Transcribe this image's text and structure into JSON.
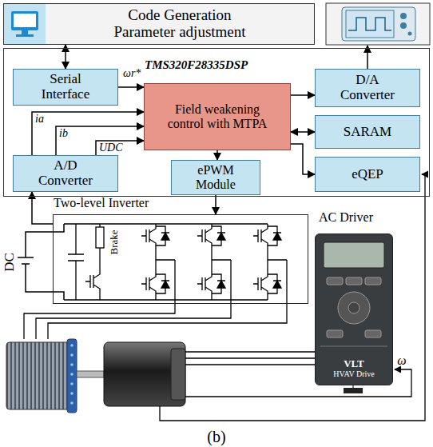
{
  "diagram": {
    "caption": "(b)",
    "nodes": [
      {
        "text": [
          "Code Generation Parameter adjustment"
        ]
      },
      {
        "text": [
          "TMS320F28335DSP"
        ]
      },
      {
        "text": [
          "Serial Interface"
        ],
        "in": 1
      },
      {
        "text": [
          "A/D Converter"
        ],
        "in": 1
      },
      {
        "text": [
          "Field weakening control with MTPA"
        ],
        "in": 1
      },
      {
        "text": [
          "ePWM Module"
        ],
        "in": 1
      },
      {
        "text": [
          "D/A Converter"
        ],
        "in": 1
      },
      {
        "text": [
          "SARAM"
        ],
        "in": 1
      },
      {
        "text": [
          "eQEP"
        ],
        "in": 1
      },
      {
        "text": [
          "Two-level Inverter"
        ]
      },
      {
        "text": [
          "AC Driver",
          "VLT",
          "HVAV Drive"
        ]
      }
    ],
    "edges": [
      {
        "from": 0,
        "to": 2,
        "arrow": "both"
      },
      {
        "from": 2,
        "to": 4,
        "arrow": "to",
        "label": "ωr*"
      },
      {
        "from": 3,
        "to": 4,
        "arrow": "to",
        "label": "ia"
      },
      {
        "from": 3,
        "to": 4,
        "arrow": "to",
        "label": "ib"
      },
      {
        "from": 3,
        "to": 4,
        "arrow": "to",
        "label": "UDC"
      },
      {
        "from": 4,
        "to": 5,
        "arrow": "to"
      },
      {
        "from": 4,
        "to": 6,
        "arrow": "to"
      },
      {
        "from": 4,
        "to": 7,
        "arrow": "both"
      },
      {
        "from": 4,
        "to": 8,
        "arrow": "to"
      },
      {
        "from": 5,
        "to": 9,
        "arrow": "to"
      },
      {
        "from": 9,
        "to": 3,
        "arrow": "to"
      }
    ],
    "labels": [
      "Brake",
      "DC",
      "ω"
    ]
  }
}
